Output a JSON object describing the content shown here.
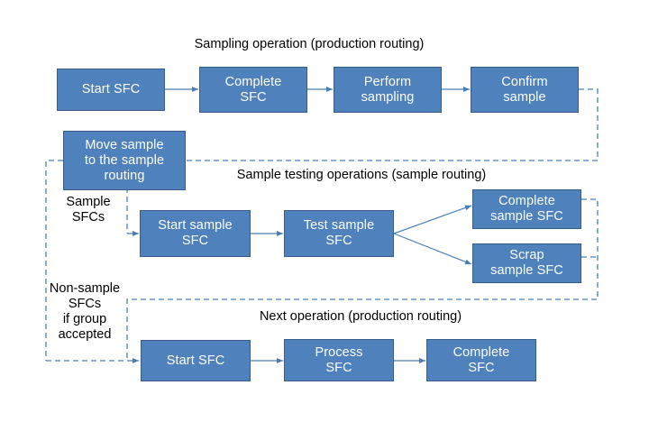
{
  "diagram": {
    "title_row1": "Sampling operation (production routing)",
    "title_row2": "Sample testing operations (sample routing)",
    "title_row3": "Next operation (production routing)",
    "colors": {
      "node_fill": "#4F81BD",
      "node_border": "#385D8A",
      "connector": "#4A7EBB",
      "text_on_node": "#FFFFFF",
      "text_label": "#000000"
    },
    "sections": [
      {
        "id": "sampling-operation",
        "title": "Sampling operation (production routing)",
        "nodes": [
          {
            "id": "start-sfc-1",
            "label": "Start SFC"
          },
          {
            "id": "complete-sfc-1",
            "label": "Complete\nSFC"
          },
          {
            "id": "perform-sampling",
            "label": "Perform\nsampling"
          },
          {
            "id": "confirm-sample",
            "label": "Confirm\nsample"
          }
        ]
      },
      {
        "id": "sample-testing-operations",
        "title": "Sample testing operations (sample routing)",
        "nodes": [
          {
            "id": "move-sample",
            "label": "Move sample\nto the sample\nrouting"
          },
          {
            "id": "start-sample-sfc",
            "label": "Start sample\nSFC"
          },
          {
            "id": "test-sample-sfc",
            "label": "Test sample\nSFC"
          },
          {
            "id": "complete-sample-sfc",
            "label": "Complete\nsample SFC"
          },
          {
            "id": "scrap-sample-sfc",
            "label": "Scrap\nsample SFC"
          }
        ]
      },
      {
        "id": "next-operation",
        "title": "Next operation (production routing)",
        "nodes": [
          {
            "id": "start-sfc-2",
            "label": "Start SFC"
          },
          {
            "id": "process-sfc",
            "label": "Process\nSFC"
          },
          {
            "id": "complete-sfc-2",
            "label": "Complete\nSFC"
          }
        ]
      }
    ],
    "flow_labels": [
      {
        "id": "sample-sfcs",
        "text": "Sample\nSFCs"
      },
      {
        "id": "non-sample-sfcs",
        "text": "Non-sample\nSFCs\nif group\naccepted"
      }
    ]
  }
}
